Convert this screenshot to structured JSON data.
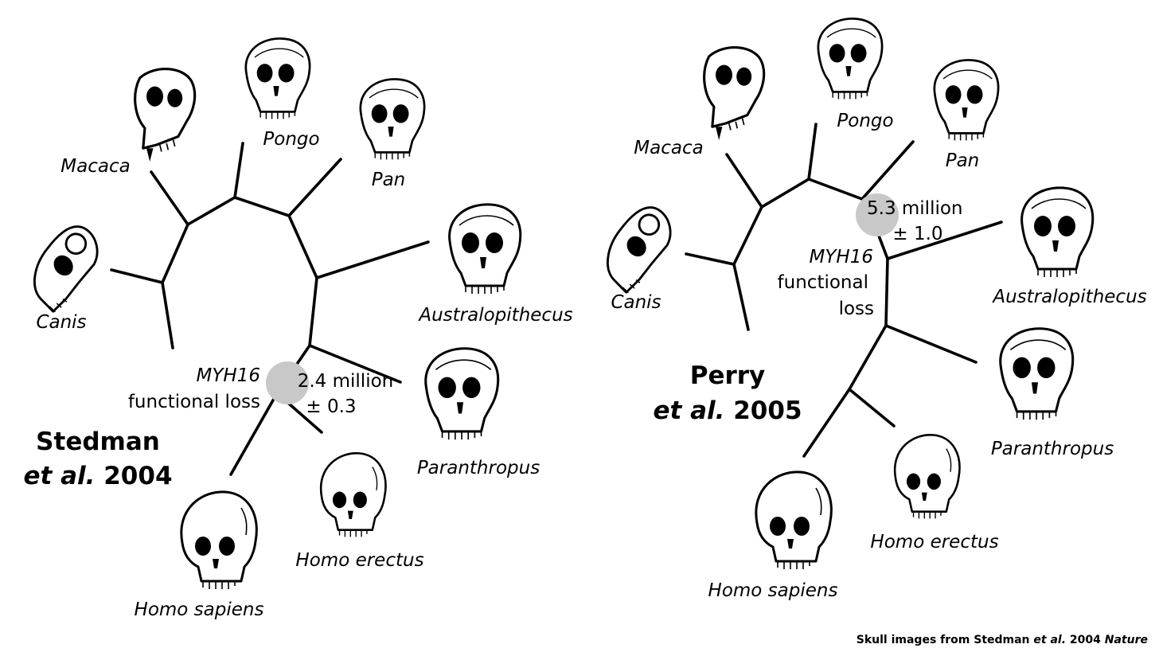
{
  "panels": [
    {
      "title_line1": "Stedman",
      "title_italic": "et al.",
      "title_year": "2004",
      "gene": "MYH16",
      "gene_note": "functional loss",
      "estimate": "2.4 million",
      "error": "± 0.3",
      "taxa": {
        "macaca": "Macaca",
        "pongo": "Pongo",
        "pan": "Pan",
        "australopithecus": "Australopithecus",
        "paranthropus": "Paranthropus",
        "homo_erectus": "Homo erectus",
        "homo_sapiens": "Homo sapiens",
        "canis": "Canis"
      }
    },
    {
      "title_line1": "Perry",
      "title_italic": "et al.",
      "title_year": "2005",
      "gene": "MYH16",
      "gene_note_1": "functional",
      "gene_note_2": "loss",
      "estimate": "5.3 million",
      "error": "± 1.0",
      "taxa": {
        "macaca": "Macaca",
        "pongo": "Pongo",
        "pan": "Pan",
        "australopithecus": "Australopithecus",
        "paranthropus": "Paranthropus",
        "homo_erectus": "Homo erectus",
        "homo_sapiens": "Homo sapiens",
        "canis": "Canis"
      }
    }
  ],
  "credit": {
    "prefix": "Skull images from Stedman ",
    "italic": "et al.",
    "middle": " 2004 ",
    "journal": "Nature"
  },
  "colors": {
    "branch": "#000000",
    "marker": "#c8c8c8"
  },
  "icons": [
    "skull-icon"
  ]
}
